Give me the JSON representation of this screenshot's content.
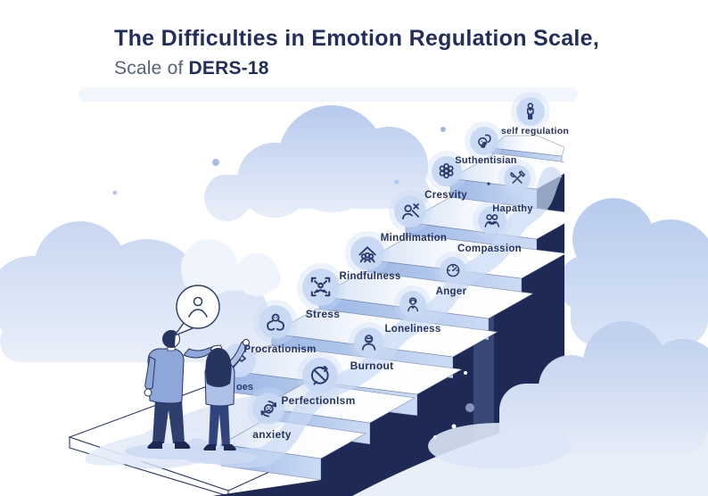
{
  "title": {
    "line1": "The Difficulties in Emotion Regulation Scale,",
    "line2_prefix": "Scale of ",
    "line2_bold": "DERS-18"
  },
  "steps": [
    {
      "label": "anxiety",
      "icon": "anxious-face-icon"
    },
    {
      "label": "PerfectionIsm",
      "icon": "crossed-circle-icon"
    },
    {
      "label": "Burnout",
      "icon": "tired-person-icon"
    },
    {
      "label": "Procrationism",
      "icon": "hands-holding-face-icon"
    },
    {
      "label": "Stress",
      "icon": "compress-arrows-icon"
    },
    {
      "label": "Loneliness",
      "icon": "lonely-person-icon"
    },
    {
      "label": "Rindfulness",
      "icon": "group-shelter-icon"
    },
    {
      "label": "Anger",
      "icon": "gauge-icon"
    },
    {
      "label": "Mindlimation",
      "icon": "person-slash-icon"
    },
    {
      "label": "Compassion",
      "icon": "embrace-icon"
    },
    {
      "label": "Cresvity",
      "icon": "flower-icon"
    },
    {
      "label": "Hapathy",
      "icon": "crossed-tools-icon"
    },
    {
      "label": "Suthentisian",
      "icon": "face-chat-icon"
    },
    {
      "label": "self regulation",
      "icon": "standing-person-icon"
    }
  ],
  "fragment_label": "oes",
  "decorations": {
    "speech_bubble_icon": "person-icon",
    "hammer_badge_icon": "hammer-icon"
  },
  "colors": {
    "navy_wall": "#1e2a55",
    "line": "#2b3a6b",
    "riser": "#a9c2ea",
    "badge": "#c8d8f3",
    "cloud": "#bfd0ee",
    "title_text": "#242e5c"
  }
}
